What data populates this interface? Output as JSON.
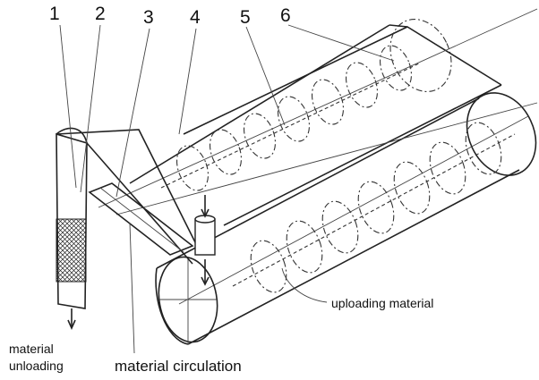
{
  "labels": {
    "n1": "1",
    "n2": "2",
    "n3": "3",
    "n4": "4",
    "n5": "5",
    "n6": "6",
    "uploading": "uploading material",
    "unloading_line1": "material",
    "unloading_line2": "unloading",
    "circulation": "material circulation"
  }
}
